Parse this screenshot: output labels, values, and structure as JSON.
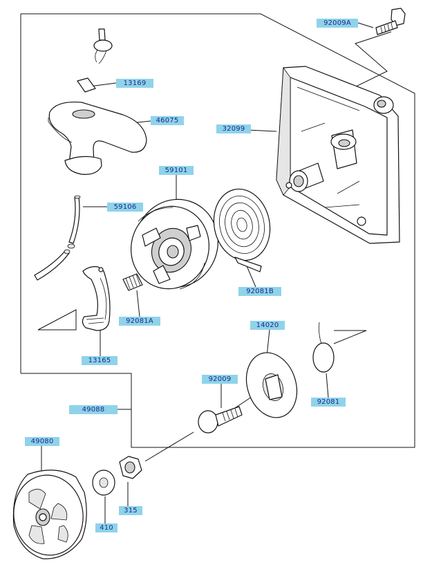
{
  "diagram": {
    "labels": {
      "p92009A": "92009A",
      "p13169": "13169",
      "p46075": "46075",
      "p32099": "32099",
      "p59101": "59101",
      "p59106": "59106",
      "p92081B": "92081B",
      "p92081A": "92081A",
      "p13165": "13165",
      "p14020": "14020",
      "p92009": "92009",
      "p92081": "92081",
      "p49088": "49088",
      "p49080": "49080",
      "p315": "315",
      "p410": "410"
    }
  }
}
